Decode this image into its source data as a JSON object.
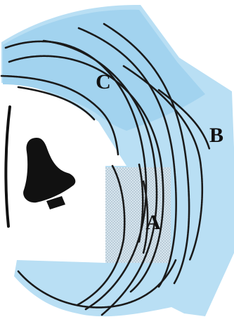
{
  "figure": {
    "labels": {
      "region_a": "A",
      "region_b": "B",
      "region_c": "C"
    },
    "icons": {
      "sound_source": "bell-icon"
    },
    "colors": {
      "background": "#ffffff",
      "region_b_fill": "#b9dff4",
      "region_c_fill": "#a2d3ef",
      "region_a_fill": "#d7e5ee",
      "region_a_stipple": "#7b98a8",
      "wave_lines": "#1a1a1a",
      "bell": "#111111"
    }
  }
}
